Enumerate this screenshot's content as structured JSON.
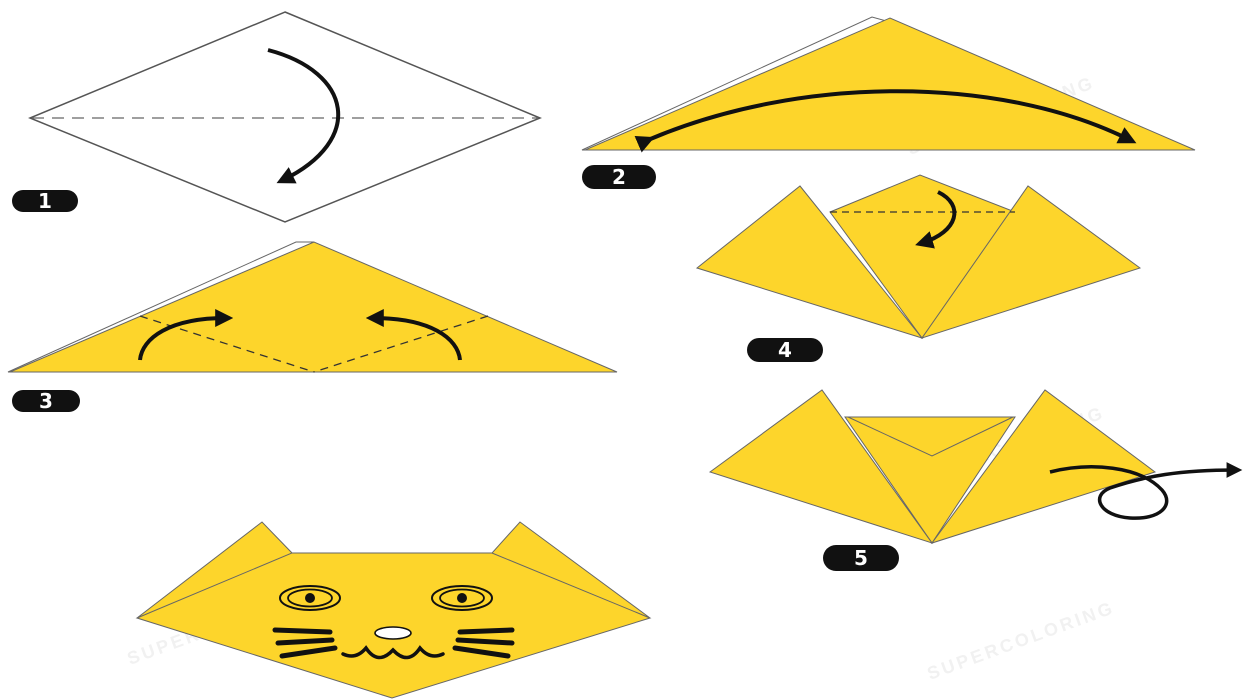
{
  "colors": {
    "paper_yellow": "#FDD52B",
    "paper_white": "#FFFFFF",
    "outline": "#555555",
    "arrow": "#111111",
    "badge": "#111111"
  },
  "steps": [
    {
      "number": "1"
    },
    {
      "number": "2"
    },
    {
      "number": "3"
    },
    {
      "number": "4"
    },
    {
      "number": "5"
    }
  ],
  "watermark": "SUPERCOLORING",
  "icons": {
    "fold_arrow": "curved-arrow-icon",
    "turn_over": "turn-over-icon"
  }
}
